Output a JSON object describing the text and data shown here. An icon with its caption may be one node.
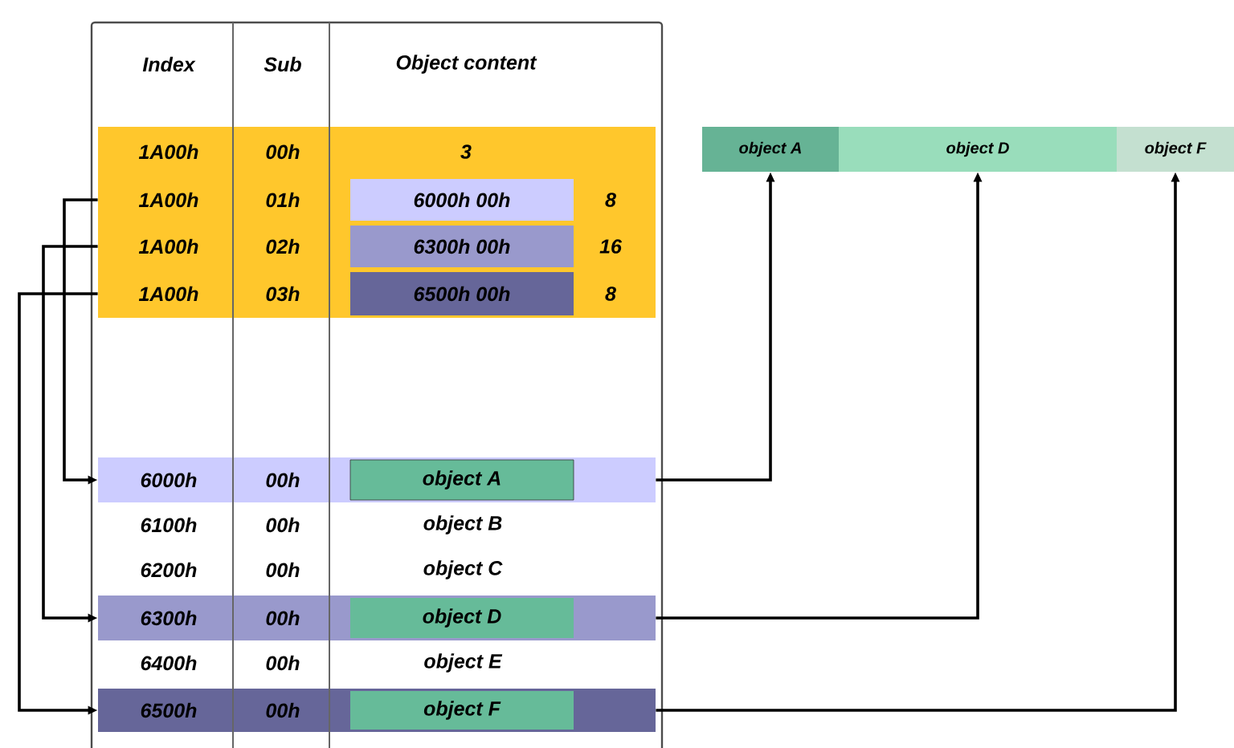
{
  "diagram": {
    "nodes": [
      {
        "text": [
          "1A00h",
          "00h",
          "3"
        ]
      },
      {
        "text": [
          "1A00h",
          "01h",
          "6000h 00h",
          "8"
        ]
      },
      {
        "text": [
          "1A00h",
          "02h",
          "6300h 00h",
          "16"
        ]
      },
      {
        "text": [
          "1A00h",
          "03h",
          "6500h 00h",
          "8"
        ]
      },
      {
        "text": [
          "6000h",
          "00h",
          "object A"
        ]
      },
      {
        "text": [
          "6300h",
          "00h",
          "object D"
        ]
      },
      {
        "text": [
          "6500h",
          "00h",
          "object F"
        ]
      },
      {
        "text": [
          "object A"
        ]
      },
      {
        "text": [
          "object D"
        ]
      },
      {
        "text": [
          "object F"
        ]
      }
    ],
    "edges": [
      {
        "from": 1,
        "to": 4,
        "arrow": "to"
      },
      {
        "from": 2,
        "to": 5,
        "arrow": "to"
      },
      {
        "from": 3,
        "to": 6,
        "arrow": "to"
      },
      {
        "from": 4,
        "to": 7,
        "arrow": "to"
      },
      {
        "from": 5,
        "to": 8,
        "arrow": "to"
      },
      {
        "from": 6,
        "to": 9,
        "arrow": "to"
      }
    ],
    "labels": [
      "Index",
      "Sub",
      "Object content",
      "6100h",
      "00h",
      "object B",
      "6200h",
      "00h",
      "object C",
      "6400h",
      "00h",
      "object E"
    ]
  }
}
